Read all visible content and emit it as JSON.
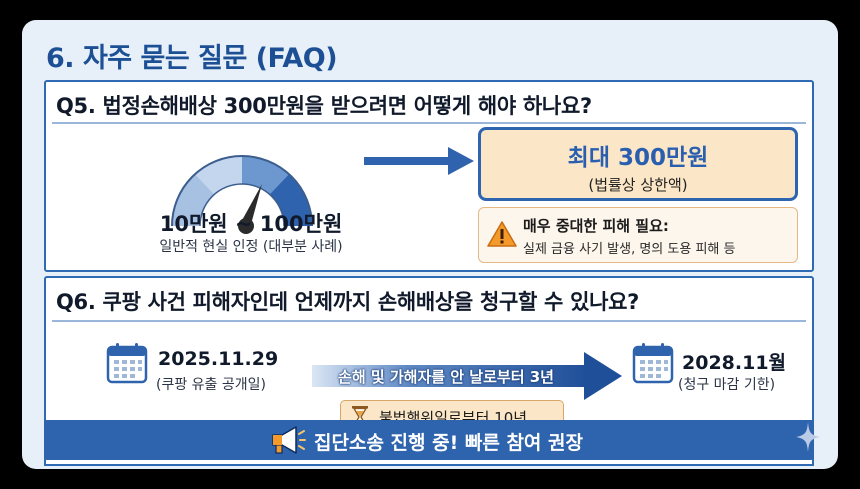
{
  "section_title": "6. 자주 묻는 질문 (FAQ)",
  "q5": {
    "title": "Q5. 법정손해배상 300만원을 받으려면 어떻게 해야 하나요?",
    "gauge_icon": "speedometer-gauge-icon",
    "range_main": "10만원 ~ 100만원",
    "range_sub": "일반적 현실 인정 (대부분 사례)",
    "max_main": "최대 300만원",
    "max_sub": "(법률상 상한액)",
    "warn_icon": "warning-triangle-icon",
    "warn_main": "매우 중대한 피해 필요:",
    "warn_sub": "실제 금융 사기 발생, 명의 도용 피해 등"
  },
  "q6": {
    "title": "Q6. 쿠팡 사건 피해자인데 언제까지 손해배상을 청구할 수 있나요?",
    "start_date": "2025.11.29",
    "start_sub": "(쿠팡 유출 공개일)",
    "arrow_label": "손해 및 가해자를 안 날로부터 3년",
    "end_date": "2028.11월",
    "end_sub": "(청구 마감 기한)",
    "hourglass_text": "불법행위일로부터 10년",
    "calendar_icon": "calendar-icon",
    "hourglass_icon": "hourglass-icon"
  },
  "banner": {
    "icon": "megaphone-icon",
    "text": "집단소송 진행 중! 빠른 참여 권장"
  },
  "colors": {
    "title_blue": "#1d4f95",
    "panel_border": "#2e6bb4",
    "accent_blue": "#2a5fb0",
    "highlight_peach": "#fbe7c7",
    "banner_blue": "#2e63ad",
    "background": "#e7f0f9"
  }
}
